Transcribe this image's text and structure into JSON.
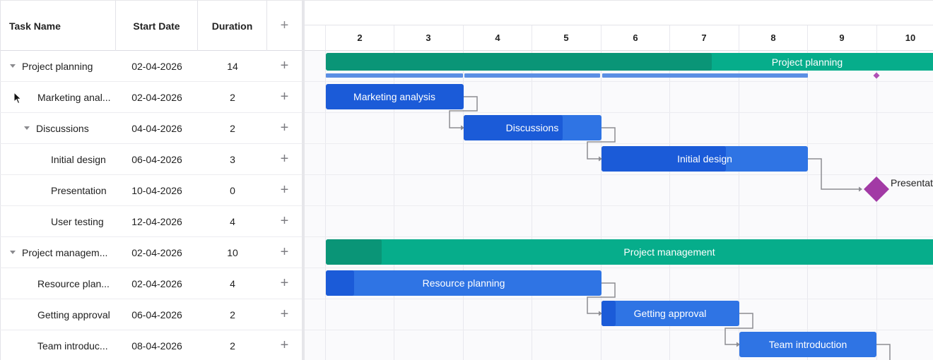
{
  "grid": {
    "columns": {
      "name": "Task Name",
      "start": "Start Date",
      "duration": "Duration",
      "add": "+"
    },
    "rows": [
      {
        "name": "Project planning",
        "start": "02-04-2026",
        "duration": "14",
        "add": "+"
      },
      {
        "name": "Marketing anal...",
        "start": "02-04-2026",
        "duration": "2",
        "add": "+"
      },
      {
        "name": "Discussions",
        "start": "04-04-2026",
        "duration": "2",
        "add": "+"
      },
      {
        "name": "Initial design",
        "start": "06-04-2026",
        "duration": "3",
        "add": "+"
      },
      {
        "name": "Presentation",
        "start": "10-04-2026",
        "duration": "0",
        "add": "+"
      },
      {
        "name": "User testing",
        "start": "12-04-2026",
        "duration": "4",
        "add": "+"
      },
      {
        "name": "Project managem...",
        "start": "02-04-2026",
        "duration": "10",
        "add": "+"
      },
      {
        "name": "Resource plan...",
        "start": "02-04-2026",
        "duration": "4",
        "add": "+"
      },
      {
        "name": "Getting approval",
        "start": "06-04-2026",
        "duration": "2",
        "add": "+"
      },
      {
        "name": "Team introduc...",
        "start": "08-04-2026",
        "duration": "2",
        "add": "+"
      }
    ]
  },
  "timeline": {
    "days": [
      "2",
      "3",
      "4",
      "5",
      "6",
      "7",
      "8",
      "9",
      "10"
    ],
    "bar_labels": {
      "project_planning": "Project planning",
      "marketing_analysis": "Marketing analysis",
      "discussions": "Discussions",
      "initial_design": "Initial design",
      "presentation": "Presentat",
      "project_management": "Project management",
      "resource_planning": "Resource planning",
      "getting_approval": "Getting approval",
      "team_introduction": "Team introduction"
    },
    "colors": {
      "summary": "#06ad8b",
      "summary_progress": "#0a9577",
      "task": "#2f74e4",
      "task_progress": "#1b5bd8",
      "milestone": "#a23aa5",
      "connector": "#8c8c92",
      "grid_line": "#e8e8ee"
    }
  }
}
